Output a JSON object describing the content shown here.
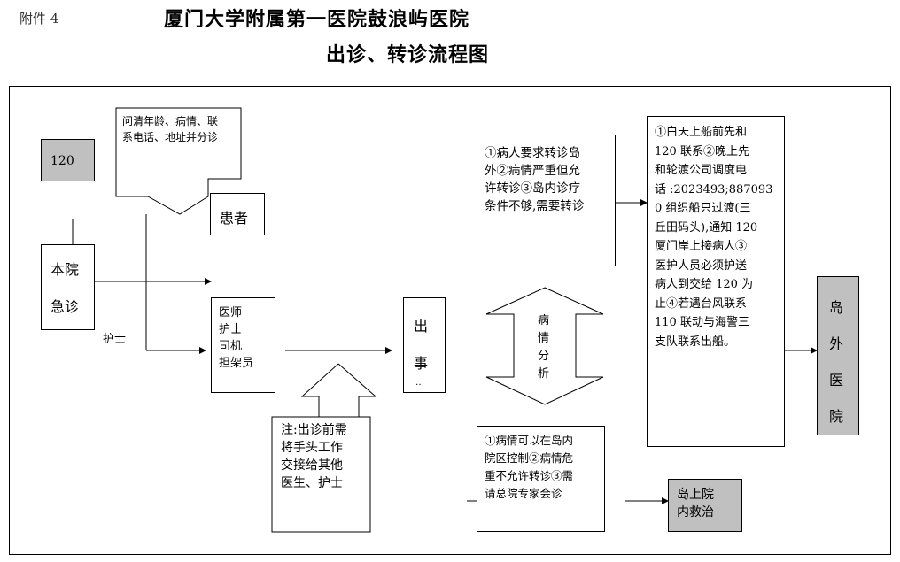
{
  "header": {
    "annex": "附件 4",
    "title_line1": "厦门大学附属第一医院鼓浪屿医院",
    "title_line2": "出诊、转诊流程图"
  },
  "nodes": {
    "call_120": "120",
    "inquire_lines": [
      "问清年龄、病情、联",
      "系电话、地址并分诊"
    ],
    "patient": "患者",
    "er_lines": [
      "本院",
      "急诊"
    ],
    "nurse_label": "护士",
    "staff": [
      "医师",
      "护士",
      "司机",
      "担架员"
    ],
    "note_lines": [
      "注:出诊前需",
      "将手头工作",
      "交接给其他",
      "医生、护士"
    ],
    "dispatch_lines": [
      "出",
      "事",
      "‥"
    ],
    "condition_lines": [
      "病",
      "情",
      "分",
      "析"
    ],
    "transfer_reason_lines": [
      "①病人要求转诊岛",
      "外②病情严重但允",
      "许转诊③岛内诊疗",
      "条件不够,需要转诊"
    ],
    "transfer_proc_lines": [
      "①白天上船前先和",
      "120 联系②晚上先",
      "和轮渡公司调度电",
      "话 :2023493;887093",
      "0 组织船只过渡(三",
      "丘田码头),通知 120",
      "厦门岸上接病人③",
      "医护人员必须护送",
      "病人到交给 120 为",
      "止④若遇台风联系",
      "110 联动与海警三",
      "支队联系出船。"
    ],
    "offisland_lines": [
      "岛",
      "外",
      "医",
      "院"
    ],
    "local_reason_lines": [
      "①病情可以在岛内",
      "院区控制②病情危",
      "重不允许转诊③需",
      "请总院专家会诊"
    ],
    "onisland_lines": [
      "岛上院",
      "内救治"
    ]
  }
}
